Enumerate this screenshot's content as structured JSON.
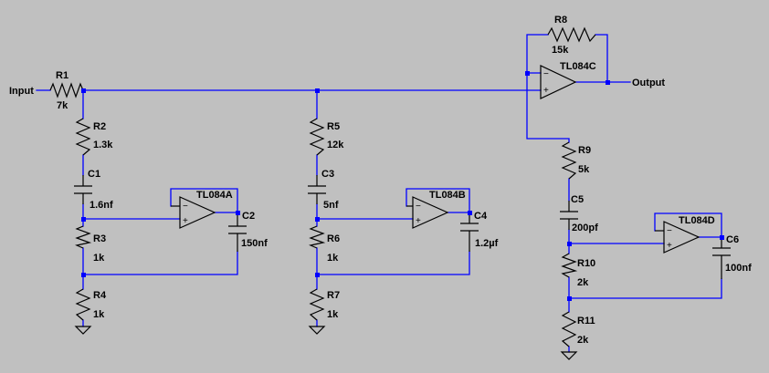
{
  "ports": {
    "input": "Input",
    "output": "Output"
  },
  "resistors": {
    "R1": {
      "name": "R1",
      "value": "7k"
    },
    "R2": {
      "name": "R2",
      "value": "1.3k"
    },
    "R3": {
      "name": "R3",
      "value": "1k"
    },
    "R4": {
      "name": "R4",
      "value": "1k"
    },
    "R5": {
      "name": "R5",
      "value": "12k"
    },
    "R6": {
      "name": "R6",
      "value": "1k"
    },
    "R7": {
      "name": "R7",
      "value": "1k"
    },
    "R8": {
      "name": "R8",
      "value": "15k"
    },
    "R9": {
      "name": "R9",
      "value": "5k"
    },
    "R10": {
      "name": "R10",
      "value": "2k"
    },
    "R11": {
      "name": "R11",
      "value": "2k"
    }
  },
  "capacitors": {
    "C1": {
      "name": "C1",
      "value": "1.6nf"
    },
    "C2": {
      "name": "C2",
      "value": "150nf"
    },
    "C3": {
      "name": "C3",
      "value": "5nf"
    },
    "C4": {
      "name": "C4",
      "value": "1.2µf"
    },
    "C5": {
      "name": "C5",
      "value": "200pf"
    },
    "C6": {
      "name": "C6",
      "value": "100nf"
    }
  },
  "opamps": {
    "A": {
      "name": "TL084A"
    },
    "B": {
      "name": "TL084B"
    },
    "C": {
      "name": "TL084C"
    },
    "D": {
      "name": "TL084D"
    }
  },
  "pins": {
    "minus": "−",
    "plus": "+"
  }
}
